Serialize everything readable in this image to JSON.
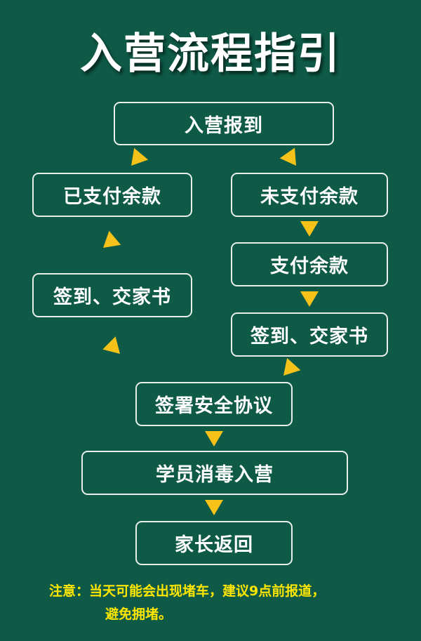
{
  "title": "入营流程指引",
  "colors": {
    "background": "#0e5a47",
    "box_border": "#e8efe9",
    "arrow": "#f6c21a",
    "note_text": "#ffe600"
  },
  "steps": {
    "checkin": "入营报到",
    "paid_balance": "已支付余款",
    "unpaid_balance": "未支付余款",
    "pay_balance": "支付余款",
    "signin_left": "签到、交家书",
    "signin_right": "签到、交家书",
    "safety_agreement": "签署安全协议",
    "disinfect_enter": "学员消毒入营",
    "parents_return": "家长返回"
  },
  "arrow_icon": "triangle-arrow-icon",
  "note": {
    "line1": "注意：当天可能会出现堵车，建议9点前报道，",
    "line2": "避免拥堵。"
  }
}
